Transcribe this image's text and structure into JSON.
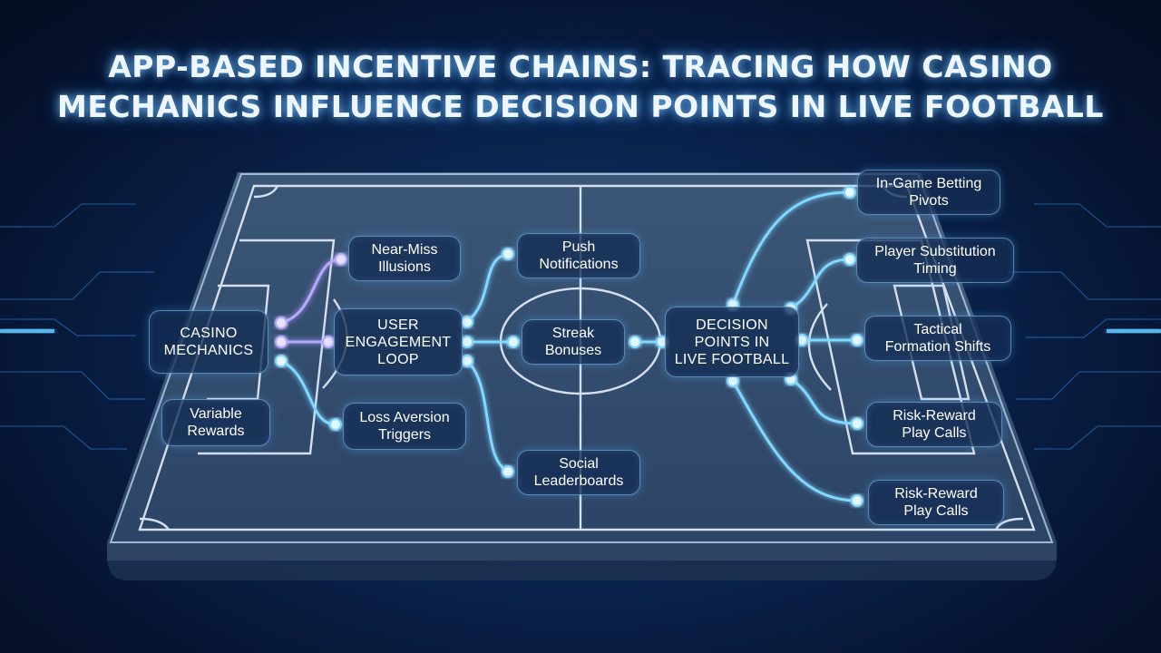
{
  "title": {
    "line1": "APP-BASED INCENTIVE CHAINS: TRACING HOW CASINO",
    "line2": "MECHANICS INFLUENCE DECISION POINTS IN LIVE FOOTBALL"
  },
  "nodes": {
    "casino_mechanics": "CASINO\nMECHANICS",
    "variable_rewards": "Variable\nRewards",
    "near_miss": "Near-Miss\nIllusions",
    "loss_aversion": "Loss Aversion\nTriggers",
    "user_engagement": "USER\nENGAGEMENT\nLOOP",
    "push_notifications": "Push\nNotifications",
    "streak_bonuses": "Streak\nBonuses",
    "social_leaderboards": "Social\nLeaderboards",
    "decision_points": "DECISION\nPOINTS IN\nLIVE FOOTBALL",
    "in_game_betting": "In-Game Betting\nPivots",
    "player_substitution": "Player Substitution\nTiming",
    "tactical_formation": "Tactical\nFormation Shifts",
    "risk_reward_1": "Risk-Reward\nPlay Calls",
    "risk_reward_2": "Risk-Reward\nPlay Calls"
  },
  "colors": {
    "connector_cyan": "#7fd8ff",
    "connector_violet": "#b6a8ff",
    "pitch_line": "#e6f0fb"
  }
}
